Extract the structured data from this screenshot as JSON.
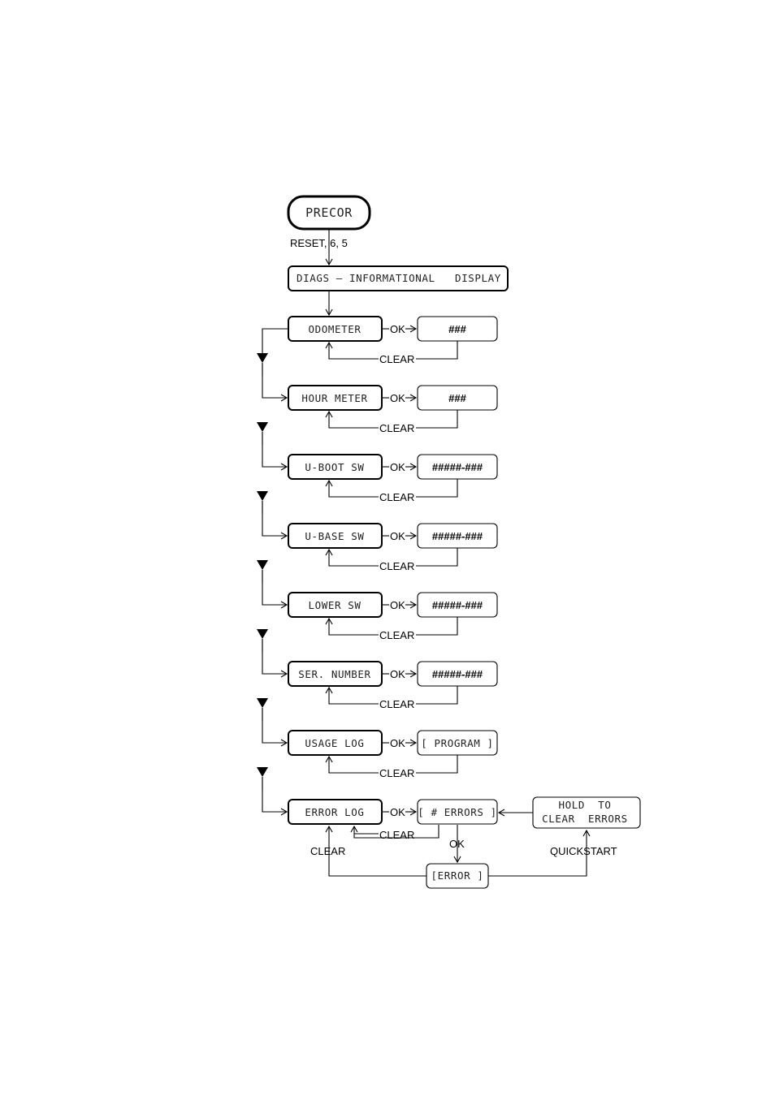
{
  "start_box": "PRECOR",
  "entry_keys": "RESET, 6, 5",
  "diag_header": "DIAGS – INFORMATIONAL   DISPLAY",
  "ok_label": "OK",
  "clear_label": "CLEAR",
  "menu": [
    {
      "name": "ODOMETER",
      "value": "###"
    },
    {
      "name": "HOUR  METER",
      "value": "###"
    },
    {
      "name": "U-BOOT  SW",
      "value": "#####-###"
    },
    {
      "name": "U-BASE  SW",
      "value": "#####-###"
    },
    {
      "name": "LOWER  SW",
      "value": "#####-###"
    },
    {
      "name": "SER.  NUMBER",
      "value": "#####-###"
    },
    {
      "name": "USAGE  LOG",
      "value": "[ PROGRAM ]"
    },
    {
      "name": "ERROR  LOG",
      "value": "[ #  ERRORS ]"
    }
  ],
  "hold_box": {
    "line1": "HOLD  TO",
    "line2": "CLEAR  ERRORS"
  },
  "quickstart_label": "QUICKSTART",
  "error_box": "[ERROR ]"
}
